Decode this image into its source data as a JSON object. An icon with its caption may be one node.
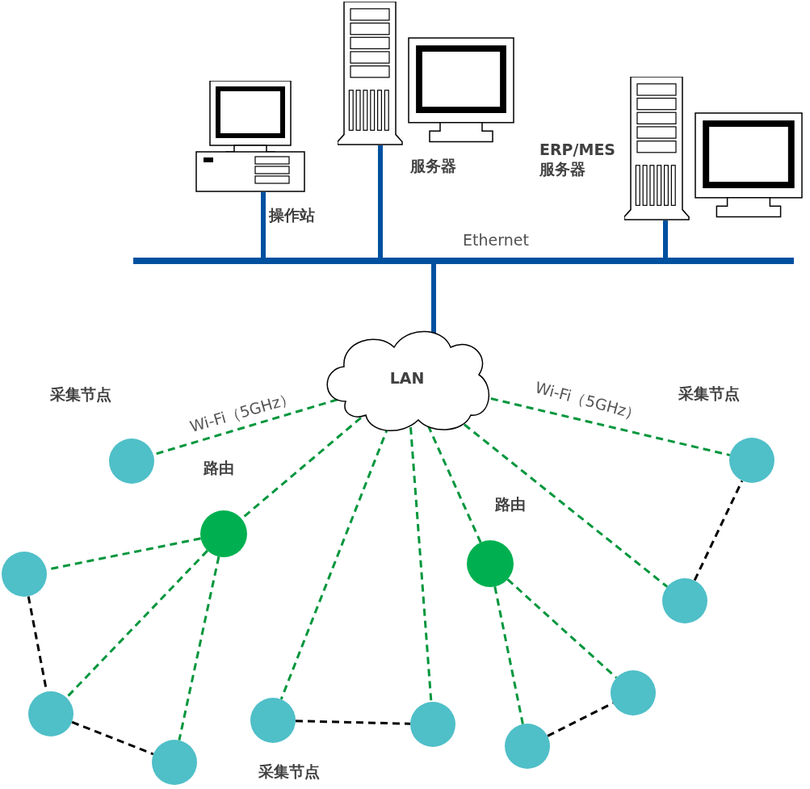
{
  "diagram": {
    "nodes": [
      {
        "text": [
          "操作站"
        ]
      },
      {
        "text": [
          "服务器"
        ]
      },
      {
        "text": [
          "ERP/MES 服务器"
        ]
      },
      {
        "text": [
          "Ethernet"
        ]
      },
      {
        "text": [
          "LAN"
        ]
      },
      {
        "text": [
          "采集节点"
        ]
      },
      {
        "text": [
          "采集节点"
        ]
      },
      {
        "text": [
          "路由"
        ]
      },
      {
        "text": [
          "路由"
        ]
      },
      {
        "text": [],
        "shape": "circle"
      },
      {
        "text": [],
        "shape": "circle"
      },
      {
        "text": [],
        "shape": "circle"
      },
      {
        "text": [],
        "shape": "circle"
      },
      {
        "text": [],
        "shape": "circle"
      },
      {
        "text": [],
        "shape": "circle"
      },
      {
        "text": [],
        "shape": "circle"
      },
      {
        "text": [],
        "shape": "circle"
      }
    ],
    "edges": [
      {
        "from": 0,
        "to": 3,
        "arrow": "none",
        "style": "thick",
        "color": "#0050a0"
      },
      {
        "from": 1,
        "to": 3,
        "arrow": "none",
        "style": "thick",
        "color": "#0050a0"
      },
      {
        "from": 2,
        "to": 3,
        "arrow": "none",
        "style": "thick",
        "color": "#0050a0"
      },
      {
        "from": 3,
        "to": 4,
        "arrow": "none",
        "style": "thick",
        "color": "#0050a0"
      },
      {
        "from": 4,
        "to": 5,
        "arrow": "none",
        "style": "dashed",
        "label": "Wi-Fi（5GHz）"
      },
      {
        "from": 4,
        "to": 6,
        "arrow": "none",
        "style": "dashed",
        "label": "Wi-Fi（5GHz）"
      },
      {
        "from": 4,
        "to": 7,
        "arrow": "none",
        "style": "dashed"
      },
      {
        "from": 4,
        "to": 12,
        "arrow": "none",
        "style": "dashed"
      },
      {
        "from": 4,
        "to": 13,
        "arrow": "none",
        "style": "dashed"
      },
      {
        "from": 4,
        "to": 8,
        "arrow": "none",
        "style": "dashed"
      },
      {
        "from": 4,
        "to": 16,
        "arrow": "none",
        "style": "dashed"
      },
      {
        "from": 7,
        "to": 9,
        "arrow": "none",
        "style": "dashed"
      },
      {
        "from": 7,
        "to": 10,
        "arrow": "none",
        "style": "dashed"
      },
      {
        "from": 7,
        "to": 11,
        "arrow": "none",
        "style": "dashed"
      },
      {
        "from": 8,
        "to": 15,
        "arrow": "none",
        "style": "dashed"
      },
      {
        "from": 8,
        "to": 14,
        "arrow": "none",
        "style": "dashed"
      },
      {
        "from": 9,
        "to": 10,
        "arrow": "none",
        "style": "dashed",
        "color": "#000000"
      },
      {
        "from": 10,
        "to": 11,
        "arrow": "none",
        "style": "dashed",
        "color": "#000000"
      },
      {
        "from": 12,
        "to": 13,
        "arrow": "none",
        "style": "dashed",
        "color": "#000000"
      },
      {
        "from": 14,
        "to": 15,
        "arrow": "none",
        "style": "dashed",
        "color": "#000000"
      },
      {
        "from": 16,
        "to": 6,
        "arrow": "none",
        "style": "dashed",
        "color": "#000000"
      }
    ],
    "labels": [
      "采集节点"
    ]
  }
}
